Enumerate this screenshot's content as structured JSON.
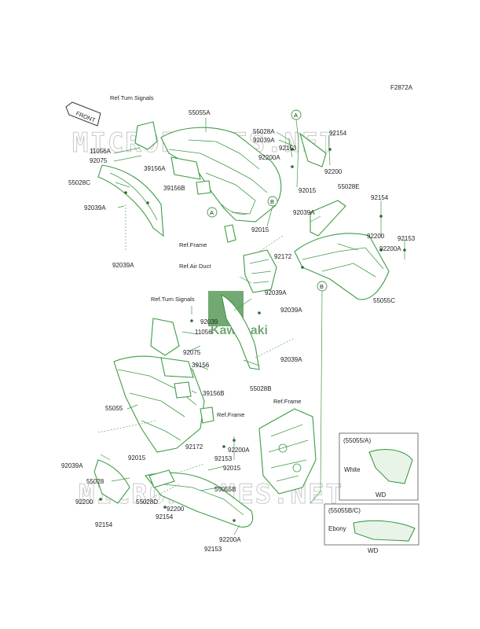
{
  "diagram_id": "F2872A",
  "watermark": "MICROFICHES.NET",
  "logo_text": "Kawasaki",
  "front_arrow": "FRONT",
  "labels": {
    "ref_turn_signals_top": "Ref.Turn Signals",
    "ref_turn_signals_mid": "Ref.Turn Signals",
    "ref_frame_top": "Ref.Frame",
    "ref_air_duct": "Ref.Air Duct",
    "ref_frame_right": "Ref.Frame",
    "ref_frame_mid": "Ref.Frame"
  },
  "circle_markers": {
    "a1": "A",
    "a2": "A",
    "b1": "B",
    "b2": "B"
  },
  "part_numbers": {
    "p55055A": "55055A",
    "p55028A": "55028A",
    "p92039A_1": "92039A",
    "p92153_1": "92153",
    "p92154_1": "92154",
    "p92200A_1": "92200A",
    "p92200_1": "92200",
    "p92015_1": "92015",
    "p11056A": "11056A",
    "p92075_1": "92075",
    "p39156A": "39156A",
    "p55028C": "55028C",
    "p39156B_1": "39156B",
    "p92039A_2": "92039A",
    "p92015_2": "92015",
    "p92039A_3": "92039A",
    "p55028E": "55028E",
    "p92154_2": "92154",
    "p92039A_4": "92039A",
    "p92200_2": "92200",
    "p92153_2": "92153",
    "p92200A_2": "92200A",
    "p92172_1": "92172",
    "p92039A_5": "92039A",
    "p55055C": "55055C",
    "p92039": "92039",
    "p92039A_6": "92039A",
    "p11056": "11056",
    "p92075_2": "92075",
    "p92039A_7": "92039A",
    "p39156": "39156",
    "p39156B_2": "39156B",
    "p55028B": "55028B",
    "p55055": "55055",
    "p92039A_8": "92039A",
    "p92015_3": "92015",
    "p92172_2": "92172",
    "p92200A_3": "92200A",
    "p92153_3": "92153",
    "p55028": "55028",
    "p92015_4": "92015",
    "p92200_3": "92200",
    "p55028D": "55028D",
    "p55055B": "55055B",
    "p92154_3": "92154",
    "p92200_4": "92200",
    "p92154_4": "92154",
    "p92200A_4": "92200A",
    "p92153_4": "92153"
  },
  "inset_white": {
    "title": "(55055/A)",
    "color": "White",
    "note": "WD"
  },
  "inset_ebony": {
    "title": "(55055B/C)",
    "color": "Ebony",
    "note": "WD"
  }
}
